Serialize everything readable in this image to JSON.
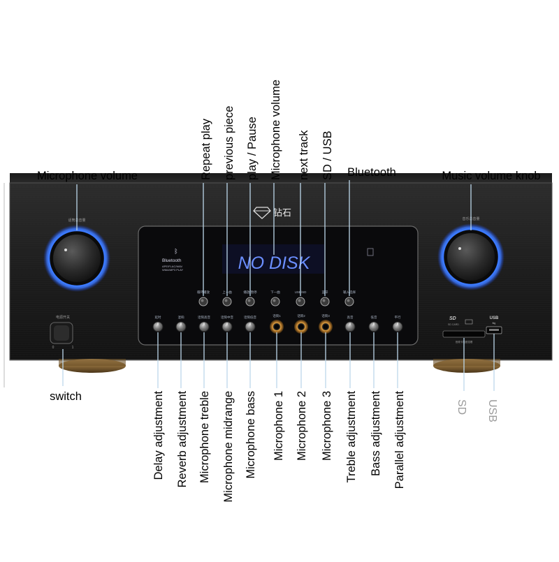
{
  "brand": {
    "name": "钻石",
    "logo_icon": "diamond-icon"
  },
  "front_panel": {
    "left_knob_label": "话筒总音量",
    "right_knob_label": "音乐总音量",
    "power_label": "电源开关",
    "power_positions": [
      "0",
      "1"
    ],
    "bluetooth_badge": {
      "title": "Bluetooth",
      "formats": "APE/FLAC/WAV\nWMA/MP3 PLAY"
    },
    "display_text": "NO DISK",
    "sd_logo": "SD",
    "sd_sublabel": "SD CARD",
    "usb_logo": "USB",
    "card_slot_label": "音频卡插座插槽"
  },
  "buttons": [
    {
      "panel_label": "循环播放"
    },
    {
      "panel_label": "上一曲"
    },
    {
      "panel_label": "播放/暂停"
    },
    {
      "panel_label": "下一曲"
    },
    {
      "panel_label": "USB/SD"
    },
    {
      "panel_label": "蓝牙"
    },
    {
      "panel_label": "输入选择"
    }
  ],
  "small_knobs": [
    {
      "panel_label": "延时"
    },
    {
      "panel_label": "混响"
    },
    {
      "panel_label": "话筒高音"
    },
    {
      "panel_label": "话筒中音"
    },
    {
      "panel_label": "话筒低音"
    }
  ],
  "jacks": [
    {
      "panel_label": "话筒1"
    },
    {
      "panel_label": "话筒2"
    },
    {
      "panel_label": "话筒3"
    }
  ],
  "tone_knobs": [
    {
      "panel_label": "高音"
    },
    {
      "panel_label": "低音"
    },
    {
      "panel_label": "平行"
    }
  ],
  "callouts": {
    "top_horizontal": {
      "mic_volume": "Microphone volume",
      "bluetooth": "Bluetooth",
      "music_volume_knob": "Music volume knob"
    },
    "top_vertical": [
      "Repeat play",
      "previous piece",
      "play / Pause",
      "Microphone volume",
      "next track",
      "SD / USB"
    ],
    "switch": "switch",
    "bottom_vertical": [
      "Delay adjustment",
      "Reverb adjustment",
      "Microphone treble",
      "Microphone midrange",
      "Microphone bass",
      "Microphone 1",
      "Microphone 2",
      "Microphone 3",
      "Treble adjustment",
      "Bass adjustment",
      "Parallel adjustment"
    ],
    "right_vertical": [
      "SD",
      "USB"
    ]
  }
}
